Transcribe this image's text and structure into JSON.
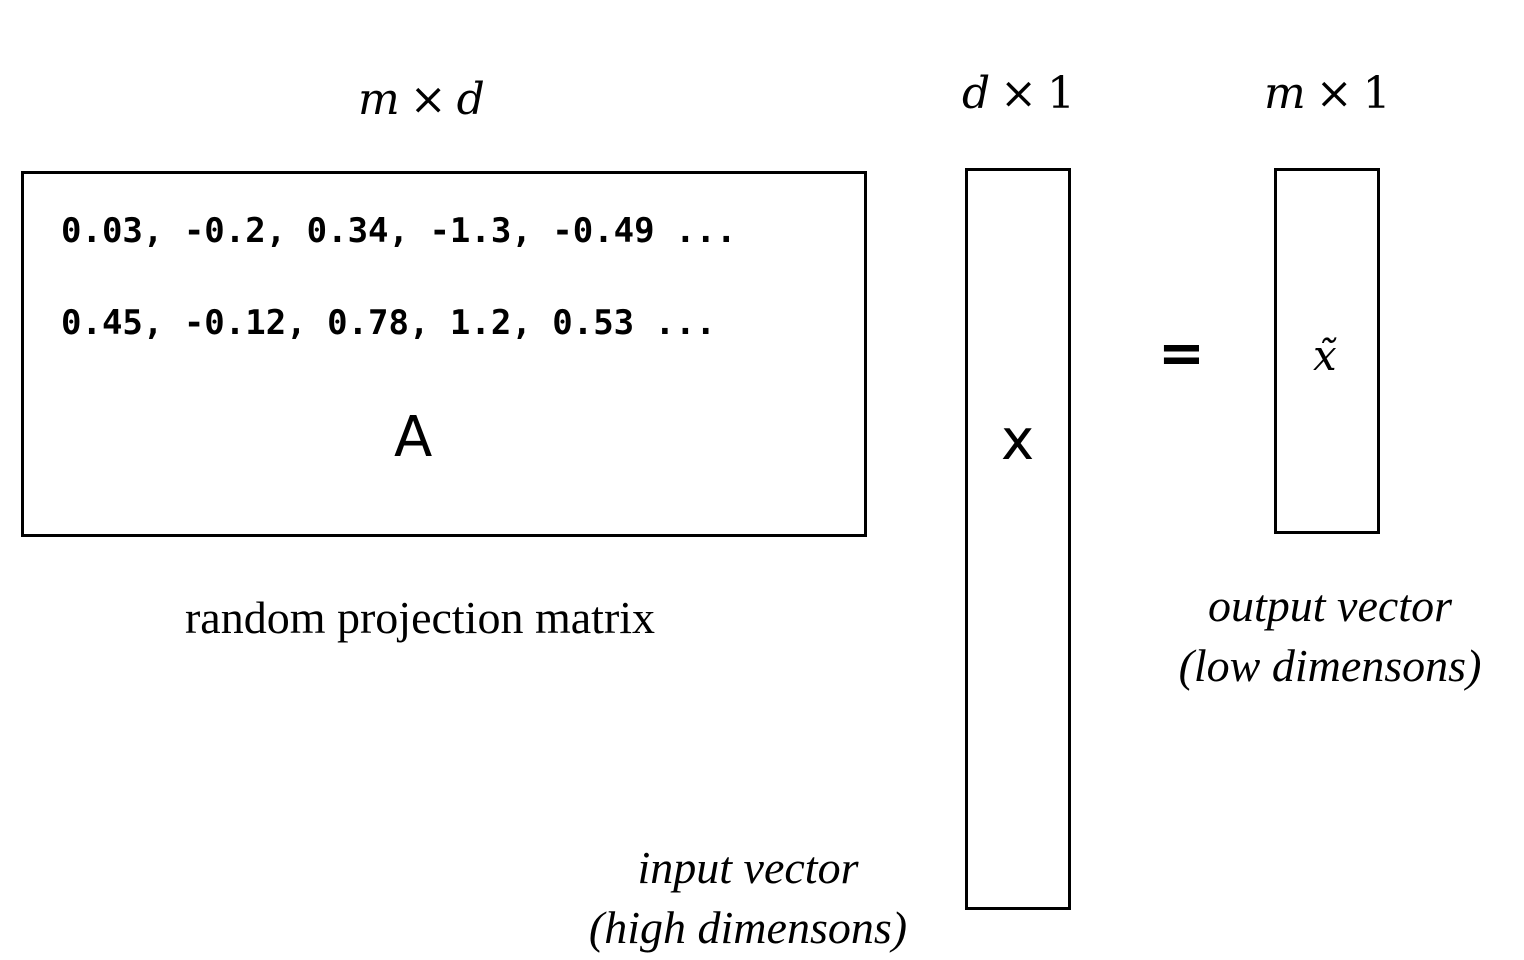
{
  "matrix": {
    "dims": {
      "rows": "m",
      "times": "×",
      "cols": "d"
    },
    "row1": "0.03, -0.2, 0.34, -1.3, -0.49 ...",
    "row2": "0.45, -0.12, 0.78, 1.2, 0.53 ...",
    "symbol": "A",
    "caption": "random projection matrix"
  },
  "input_vector": {
    "dims": {
      "rows": "d",
      "times": "×",
      "cols": "1"
    },
    "symbol": "x",
    "caption_line1": "input vector",
    "caption_line2": "(high dimensons)"
  },
  "equals": "=",
  "output_vector": {
    "dims": {
      "rows": "m",
      "times": "×",
      "cols": "1"
    },
    "symbol": "x̃",
    "caption_line1": "output vector",
    "caption_line2": "(low dimensons)"
  }
}
